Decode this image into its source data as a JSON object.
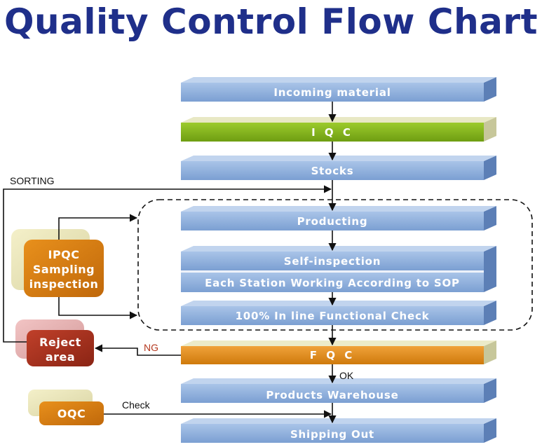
{
  "title": "Quality Control Flow Chart",
  "steps": {
    "incoming": "Incoming material",
    "iqc": "I Q C",
    "stocks": "Stocks",
    "producting": "Producting",
    "self_inspection": "Self-inspection",
    "each_station": "Each Station Working According to SOP",
    "functional_check": "100% In line Functional Check",
    "fqc": "F Q C",
    "warehouse": "Products Warehouse",
    "shipping": "Shipping Out"
  },
  "side_boxes": {
    "ipqc_line1": "IPQC",
    "ipqc_line2": "Sampling",
    "ipqc_line3": "inspection",
    "reject_line1": "Reject",
    "reject_line2": "area",
    "oqc": "OQC"
  },
  "edge_labels": {
    "sorting": "SORTING",
    "ng": "NG",
    "ok": "OK",
    "check": "Check"
  },
  "colors": {
    "title": "#1f2f8a",
    "blue_bar": "#8eb0dd",
    "green_bar": "#86b51f",
    "orange_bar": "#de8a14",
    "ipqc_box": "#d5780d",
    "reject_box": "#a8301c",
    "oqc_box": "#d5780d"
  }
}
